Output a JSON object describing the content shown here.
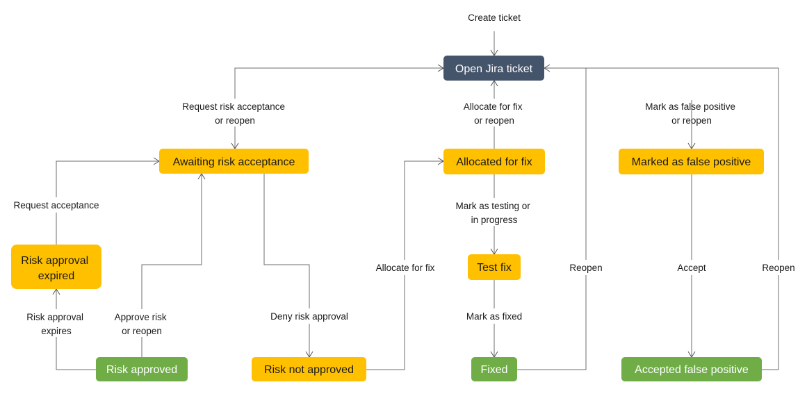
{
  "colors": {
    "start": "#44546a",
    "pending": "#ffc000",
    "done": "#70ad47",
    "line": "#6e6e6e",
    "dark_text": "#1a1a1a",
    "light_text": "#ffffff"
  },
  "nodes": {
    "open": {
      "lines": [
        "Open Jira ticket"
      ],
      "status": "start"
    },
    "awaiting": {
      "lines": [
        "Awaiting risk acceptance"
      ],
      "status": "pending"
    },
    "allocated": {
      "lines": [
        "Allocated for fix"
      ],
      "status": "pending"
    },
    "marked_fp": {
      "lines": [
        "Marked as false positive"
      ],
      "status": "pending"
    },
    "expired": {
      "lines": [
        "Risk approval",
        "expired"
      ],
      "status": "pending"
    },
    "test_fix": {
      "lines": [
        "Test fix"
      ],
      "status": "pending"
    },
    "approved": {
      "lines": [
        "Risk approved"
      ],
      "status": "done"
    },
    "not_approved": {
      "lines": [
        "Risk not approved"
      ],
      "status": "pending"
    },
    "fixed": {
      "lines": [
        "Fixed"
      ],
      "status": "done"
    },
    "accepted_fp": {
      "lines": [
        "Accepted false positive"
      ],
      "status": "done"
    }
  },
  "edges": {
    "create": [
      "Create ticket"
    ],
    "request_risk": [
      "Request risk acceptance",
      "or reopen"
    ],
    "allocate_reopen": [
      "Allocate for fix",
      "or reopen"
    ],
    "mark_fp_reopen": [
      "Mark as false positive",
      "or reopen"
    ],
    "request_acceptance": [
      "Request acceptance"
    ],
    "mark_testing": [
      "Mark as testing or",
      "in progress"
    ],
    "allocate_fix": [
      "Allocate for fix"
    ],
    "reopen_fixed": [
      "Reopen"
    ],
    "accept": [
      "Accept"
    ],
    "reopen_fp": [
      "Reopen"
    ],
    "approval_expires": [
      "Risk approval",
      "expires"
    ],
    "approve_reopen": [
      "Approve risk",
      "or reopen"
    ],
    "deny": [
      "Deny risk approval"
    ],
    "mark_fixed": [
      "Mark as fixed"
    ]
  }
}
